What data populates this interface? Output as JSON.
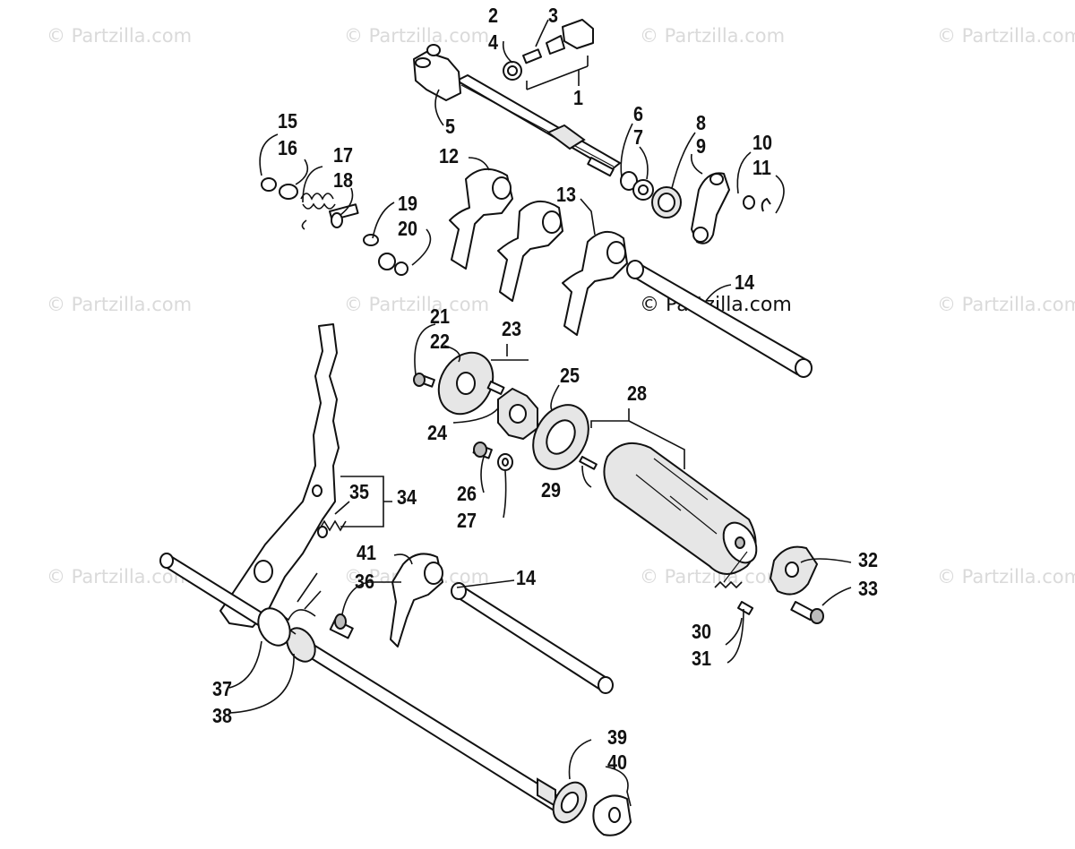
{
  "watermarks": [
    "© Partzilla.com",
    "© Partzilla.com",
    "© Partzilla.com",
    "© Partzilla.com",
    "© Partzilla.com",
    "© Partzilla.com",
    "© Partzilla.com",
    "© Partzilla.com",
    "© Partzilla.com",
    "© Partzilla.com",
    "© Partzilla.com"
  ],
  "watermark_main": "© Partzilla.com",
  "callouts": [
    "1",
    "2",
    "3",
    "4",
    "5",
    "6",
    "7",
    "8",
    "9",
    "10",
    "11",
    "12",
    "13",
    "14",
    "14",
    "15",
    "16",
    "17",
    "18",
    "19",
    "20",
    "21",
    "22",
    "23",
    "24",
    "25",
    "26",
    "27",
    "28",
    "29",
    "30",
    "31",
    "32",
    "33",
    "34",
    "35",
    "36",
    "37",
    "38",
    "39",
    "40",
    "41"
  ]
}
